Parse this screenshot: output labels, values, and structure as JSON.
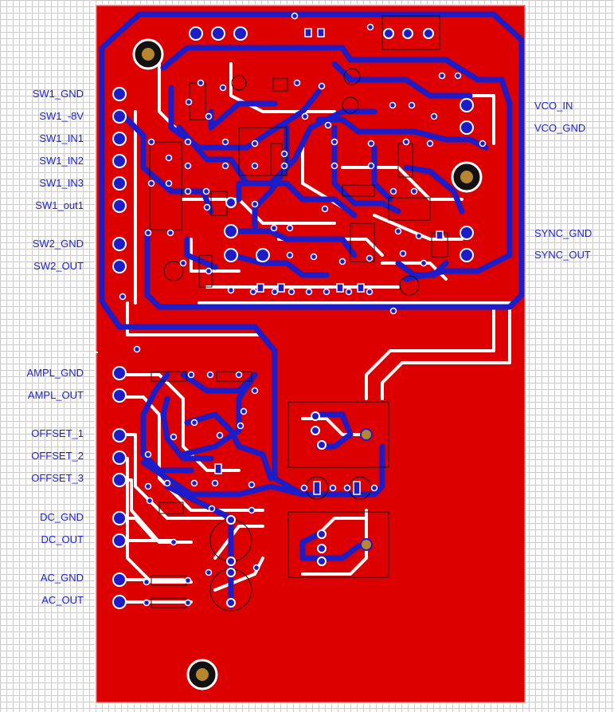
{
  "colors": {
    "copper_top": "#dd0000",
    "copper_bottom": "#1c1cc8",
    "clearance": "#ffffff",
    "pad": "#1c1cc8",
    "silk": "#111111",
    "mount_core": "#b8862e",
    "label": "#1f1fd6",
    "grid": "#c9c9c9"
  },
  "labels_left": [
    {
      "id": "sw1-gnd",
      "text": "SW1_GND"
    },
    {
      "id": "sw1-8v",
      "text": "SW1_-8V"
    },
    {
      "id": "sw1-in1",
      "text": "SW1_IN1"
    },
    {
      "id": "sw1-in2",
      "text": "SW1_IN2"
    },
    {
      "id": "sw1-in3",
      "text": "SW1_IN3"
    },
    {
      "id": "sw1-out1",
      "text": "SW1_out1"
    },
    {
      "id": "sw2-gnd",
      "text": "SW2_GND"
    },
    {
      "id": "sw2-out",
      "text": "SW2_OUT"
    },
    {
      "id": "ampl-gnd",
      "text": "AMPL_GND"
    },
    {
      "id": "ampl-out",
      "text": "AMPL_OUT"
    },
    {
      "id": "offset-1",
      "text": "OFFSET_1"
    },
    {
      "id": "offset-2",
      "text": "OFFSET_2"
    },
    {
      "id": "offset-3",
      "text": "OFFSET_3"
    },
    {
      "id": "dc-gnd",
      "text": "DC_GND"
    },
    {
      "id": "dc-out",
      "text": "DC_OUT"
    },
    {
      "id": "ac-gnd",
      "text": "AC_GND"
    },
    {
      "id": "ac-out",
      "text": "AC_OUT"
    }
  ],
  "labels_right": [
    {
      "id": "vco-in",
      "text": "VCO_IN"
    },
    {
      "id": "vco-gnd",
      "text": "VCO_GND"
    },
    {
      "id": "sync-gnd",
      "text": "SYNC_GND"
    },
    {
      "id": "sync-out",
      "text": "SYNC_OUT"
    }
  ]
}
